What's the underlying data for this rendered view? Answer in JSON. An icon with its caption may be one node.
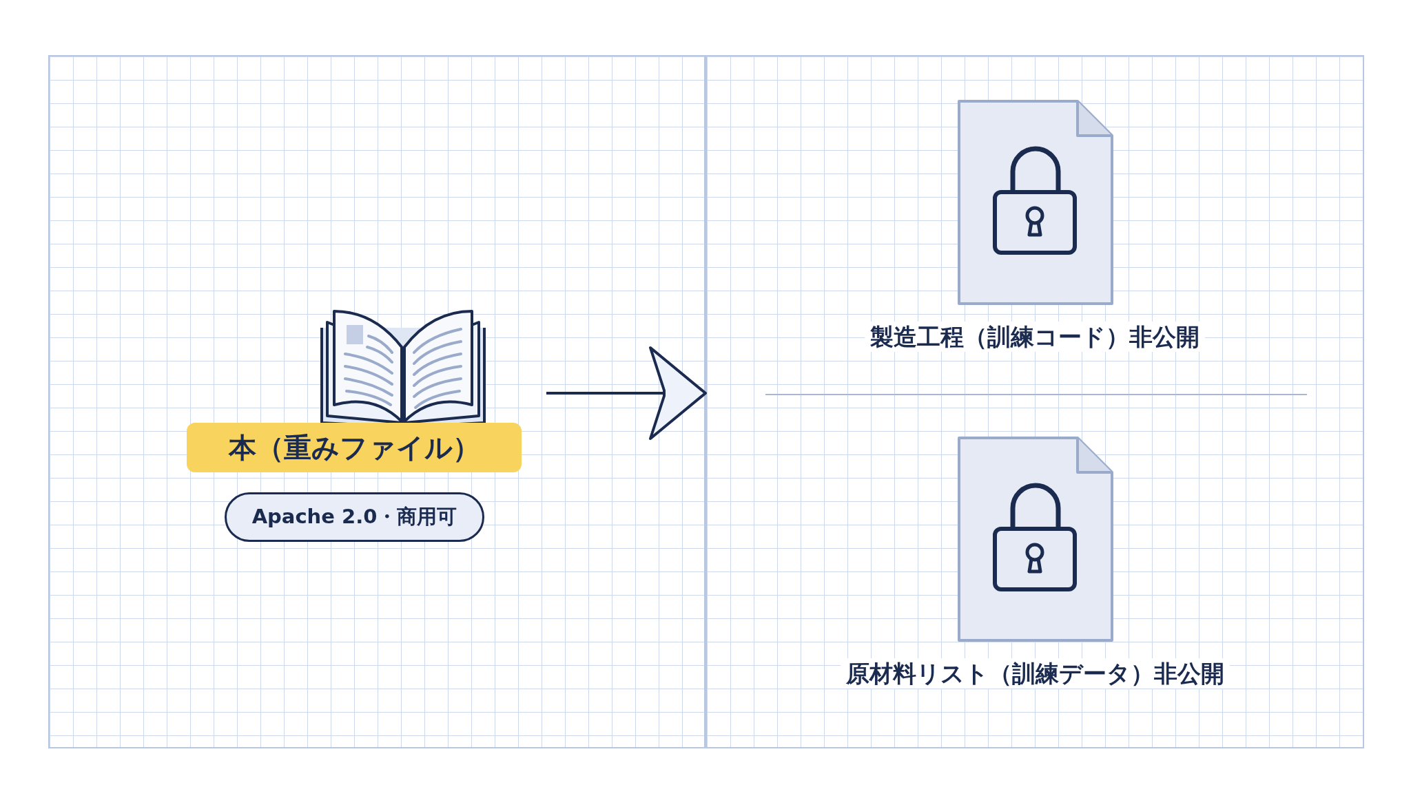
{
  "diagram": {
    "nodes": [
      {
        "text": [],
        "shape": "box"
      },
      {
        "text": [
          "本（重みファイル）"
        ],
        "in": 0
      },
      {
        "text": [
          "Apache 2.0・商用可"
        ],
        "in": 0
      },
      {
        "text": [],
        "shape": "box"
      },
      {
        "text": [
          "製造工程（訓練コード）非公開"
        ],
        "in": 3
      },
      {
        "text": [
          "原材料リスト（訓練データ）非公開"
        ],
        "in": 3
      }
    ],
    "edges": [
      {
        "from": null,
        "to": 3,
        "arrow": "to"
      }
    ]
  }
}
